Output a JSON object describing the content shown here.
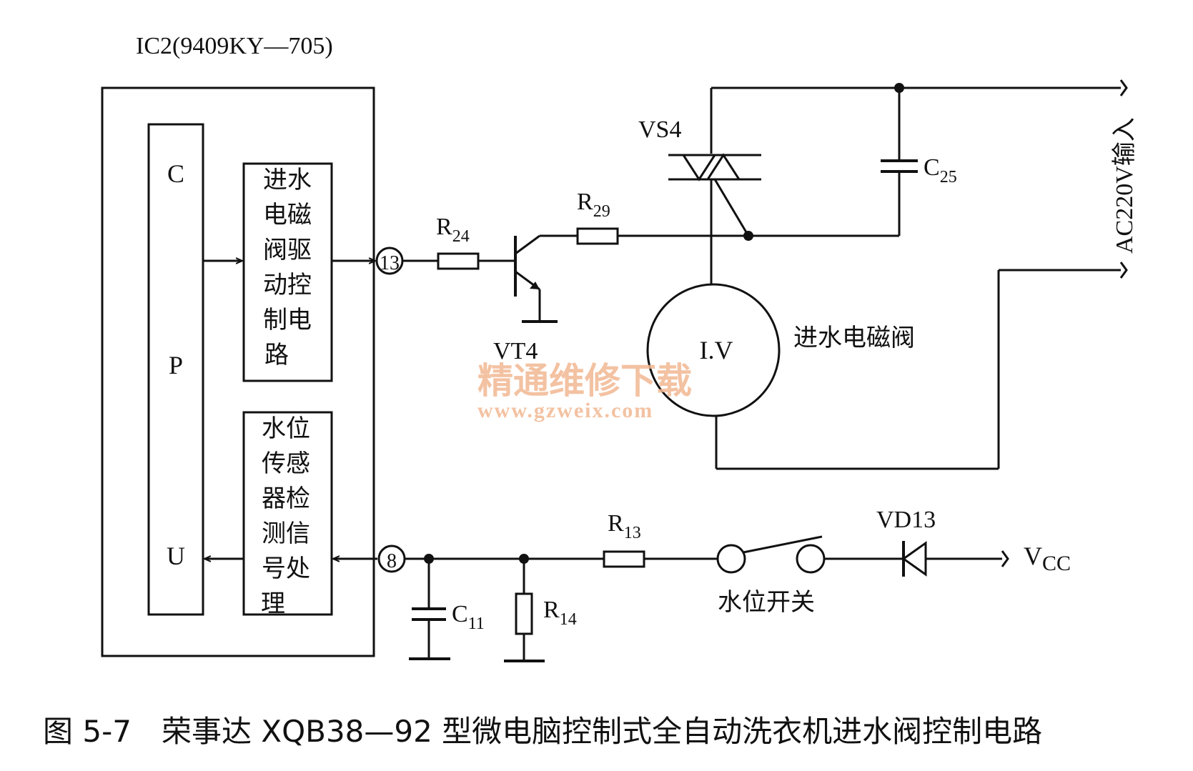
{
  "ic_label": "IC2(9409KY—705)",
  "cpu": [
    "C",
    "P",
    "U"
  ],
  "drive_block": [
    "进水",
    "电磁",
    "阀驱",
    "动控",
    "制电",
    "路"
  ],
  "sensor_block": [
    "水位",
    "传感",
    "器检",
    "测信",
    "号处",
    "理"
  ],
  "pins": {
    "p13": "13",
    "p8": "8"
  },
  "components": {
    "r24": {
      "main": "R",
      "sub": "24"
    },
    "r29": {
      "main": "R",
      "sub": "29"
    },
    "r13": {
      "main": "R",
      "sub": "13"
    },
    "r14": {
      "main": "R",
      "sub": "14"
    },
    "c25": {
      "main": "C",
      "sub": "25"
    },
    "c11": {
      "main": "C",
      "sub": "11"
    },
    "vt4": "VT4",
    "vs4": "VS4",
    "vd13": "VD13",
    "iv": "I.V",
    "valve_name": "进水电磁阀",
    "switch_name": "水位开关",
    "vcc": {
      "main": "V",
      "sub": "CC"
    },
    "ac_input": "AC220V输入"
  },
  "watermark": {
    "line1": "精通维修下载",
    "line2": "www.gzweix.com"
  },
  "caption": "图 5-7　荣事达 XQB38—92 型微电脑控制式全自动洗衣机进水阀控制电路"
}
